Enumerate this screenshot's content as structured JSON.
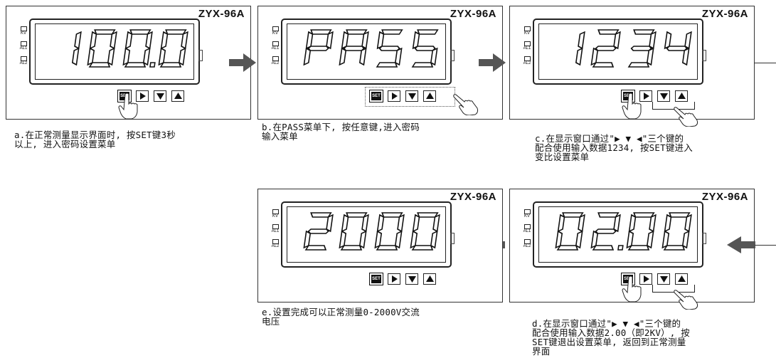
{
  "model": "ZYX-96A",
  "led_labels": [
    "KV",
    "AL1",
    "AL2"
  ],
  "key_set_label": "SET",
  "panels": [
    {
      "id": "a",
      "display": "100.0",
      "caption": "a.在正常测量显示界面时, 按SET键3秒\n以上, 进入密码设置菜单"
    },
    {
      "id": "b",
      "display": "PASS",
      "caption": "b.在PASS菜单下, 按任意键,进入密码\n输入菜单"
    },
    {
      "id": "c",
      "display": "1234",
      "caption": "c.在显示窗口通过\"▶ ▼ ◀\"三个键的\n配合使用输入数据1234, 按SET键进入\n变比设置菜单"
    },
    {
      "id": "d",
      "display": "02.00",
      "caption": "d.在显示窗口通过\"▶ ▼ ◀\"三个键的\n配合使用输入数据2.00（即2KV）, 按\nSET键退出设置菜单, 返回到正常测量\n界面"
    },
    {
      "id": "e",
      "display": "2000",
      "caption": "e.设置完成可以正常测量0-2000V交流\n电压"
    }
  ]
}
